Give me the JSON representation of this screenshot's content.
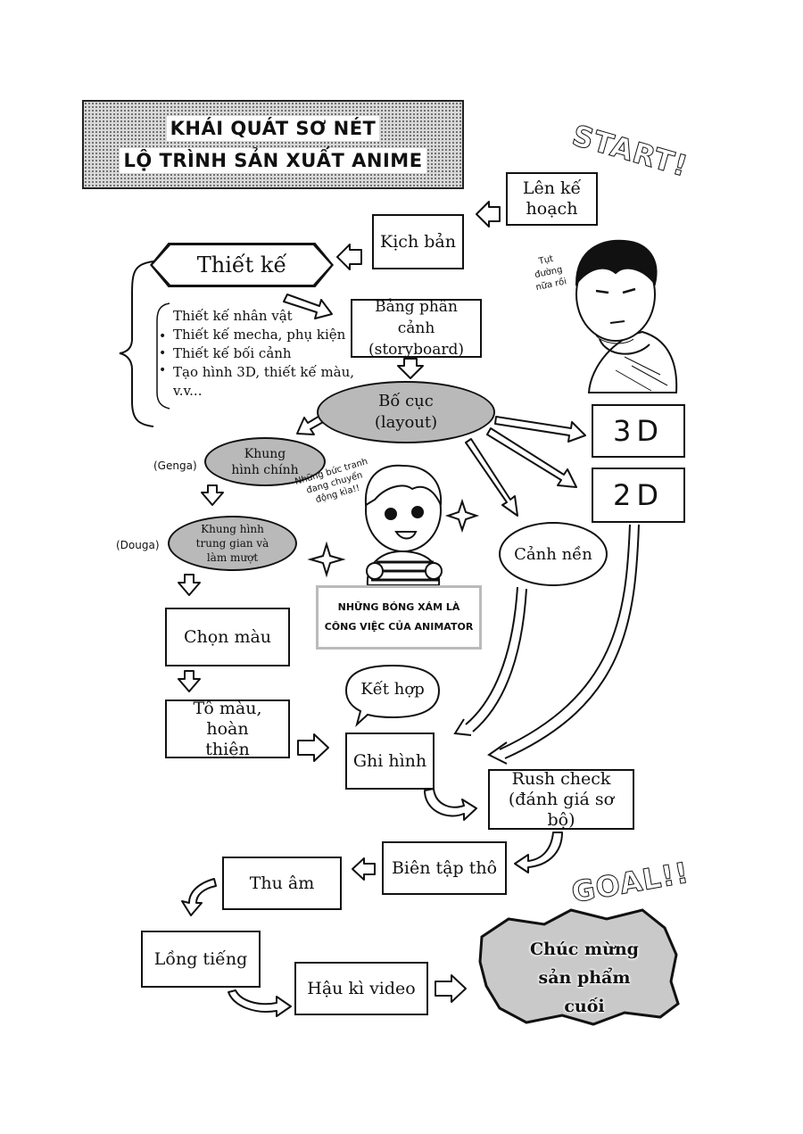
{
  "title": {
    "line1": "KHÁI QUÁT SƠ NÉT",
    "line2": "LỘ TRÌNH SẢN XUẤT ANIME"
  },
  "start_label": "START!",
  "goal_label": "GOAL!!",
  "nodes": {
    "plan": "Lên kế hoạch",
    "script": "Kịch bản",
    "design": "Thiết kế",
    "storyboard": "Bảng phân cảnh (storyboard)",
    "layout": "Bố cục (layout)",
    "d3": "3D",
    "d2": "2D",
    "keyframe": "Khung hình chính",
    "inbetween": "Khung hình trung gian và làm mượt",
    "background": "Cảnh nền",
    "color_select": "Chọn màu",
    "coloring": "Tô màu, hoàn thiện",
    "compositing": "Kết hợp",
    "filming": "Ghi hình",
    "rush_check": "Rush check (đánh giá sơ bộ)",
    "rough_edit": "Biên tập thô",
    "sound": "Thu âm",
    "dubbing": "Lồng tiếng",
    "post_video": "Hậu kì video",
    "final": "Chúc mừng sản phẩm cuối"
  },
  "design_items": [
    "Thiết kế nhân vật",
    "Thiết kế mecha, phụ kiện",
    "Thiết kế bối cảnh",
    "Tạo hình 3D, thiết kế màu,",
    "v.v..."
  ],
  "side_labels": {
    "genga": "(Genga)",
    "douga": "(Douga)"
  },
  "speech": {
    "man": "Tụt đường nữa rồi",
    "kid": "Những bức tranh đang chuyển động kìa!!"
  },
  "caption": {
    "line1": "NHỮNG BÓNG XÁM LÀ",
    "line2": "CÔNG VIỆC CỦA ANIMATOR"
  },
  "colors": {
    "gray_fill": "#b9b9b9",
    "ink": "#111111"
  }
}
